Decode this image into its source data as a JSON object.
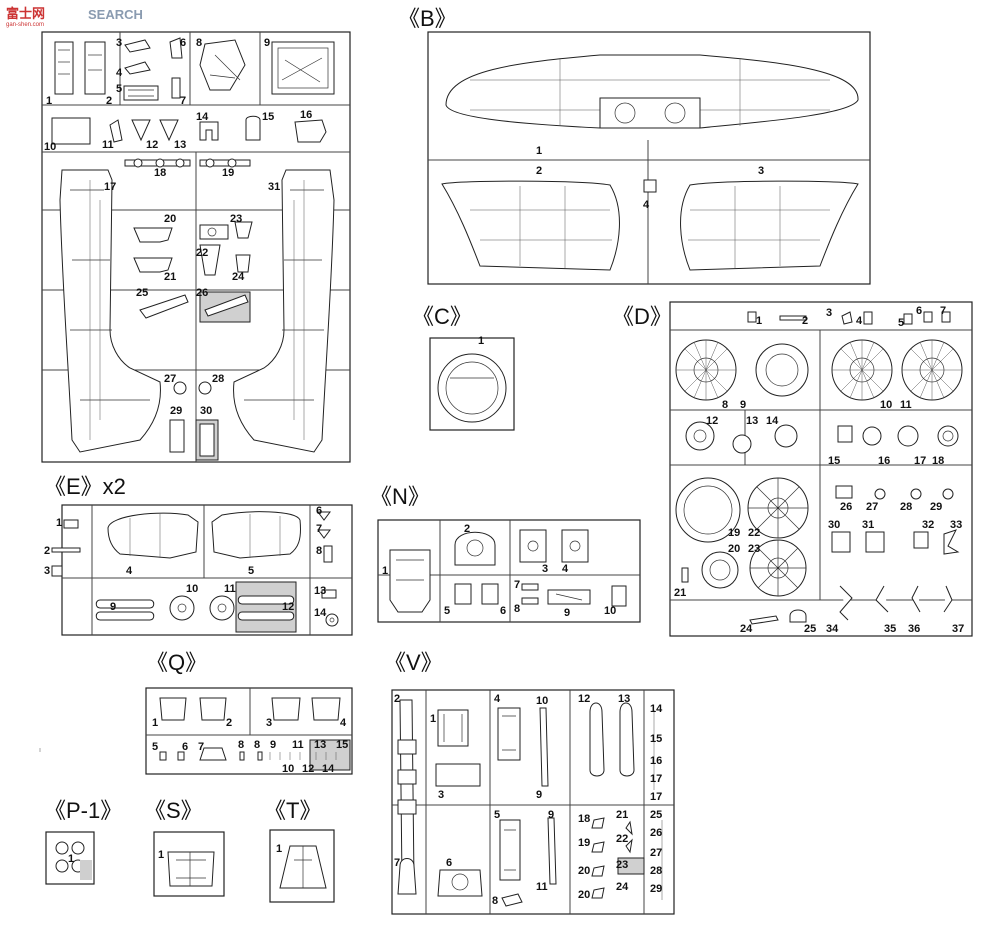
{
  "watermark": {
    "brand_cn": "富士网",
    "brand_en": "SEARCH",
    "sub": "gan-shen.com"
  },
  "sprues": {
    "A": {
      "labels": [
        "1",
        "2",
        "3",
        "4",
        "5",
        "6",
        "7",
        "8",
        "9",
        "10",
        "11",
        "12",
        "13",
        "14",
        "15",
        "16",
        "17",
        "18",
        "19",
        "20",
        "21",
        "22",
        "23",
        "24",
        "25",
        "26",
        "27",
        "28",
        "29",
        "30",
        "31"
      ]
    },
    "B": {
      "title": "《B》",
      "labels": [
        "1",
        "2",
        "3",
        "4"
      ]
    },
    "C": {
      "title": "《C》",
      "labels": [
        "1"
      ]
    },
    "D": {
      "title": "《D》",
      "labels": [
        "1",
        "2",
        "3",
        "4",
        "5",
        "6",
        "7",
        "8",
        "9",
        "10",
        "11",
        "12",
        "13",
        "14",
        "15",
        "16",
        "17",
        "18",
        "19",
        "20",
        "21",
        "22",
        "23",
        "24",
        "25",
        "26",
        "27",
        "28",
        "29",
        "30",
        "31",
        "32",
        "33",
        "34",
        "35",
        "36",
        "37"
      ]
    },
    "E": {
      "title": "《E》x2",
      "labels": [
        "1",
        "2",
        "3",
        "4",
        "5",
        "6",
        "7",
        "8",
        "9",
        "10",
        "11",
        "12",
        "13",
        "14"
      ]
    },
    "N": {
      "title": "《N》",
      "labels": [
        "1",
        "2",
        "3",
        "4",
        "5",
        "6",
        "7",
        "8",
        "9",
        "10"
      ]
    },
    "Q": {
      "title": "《Q》",
      "labels": [
        "1",
        "2",
        "3",
        "4",
        "5",
        "6",
        "7",
        "8",
        "8",
        "9",
        "10",
        "11",
        "12",
        "13",
        "14",
        "15"
      ]
    },
    "V": {
      "title": "《V》",
      "labels": [
        "1",
        "2",
        "3",
        "4",
        "5",
        "6",
        "7",
        "8",
        "9",
        "9",
        "10",
        "11",
        "12",
        "13",
        "14",
        "15",
        "16",
        "17",
        "17",
        "18",
        "19",
        "20",
        "20",
        "21",
        "22",
        "23",
        "24",
        "25",
        "26",
        "27",
        "28",
        "29"
      ]
    },
    "P1": {
      "title": "《P-1》",
      "labels": [
        "1"
      ]
    },
    "S": {
      "title": "《S》",
      "labels": [
        "1"
      ]
    },
    "T": {
      "title": "《T》",
      "labels": [
        "1"
      ]
    }
  }
}
